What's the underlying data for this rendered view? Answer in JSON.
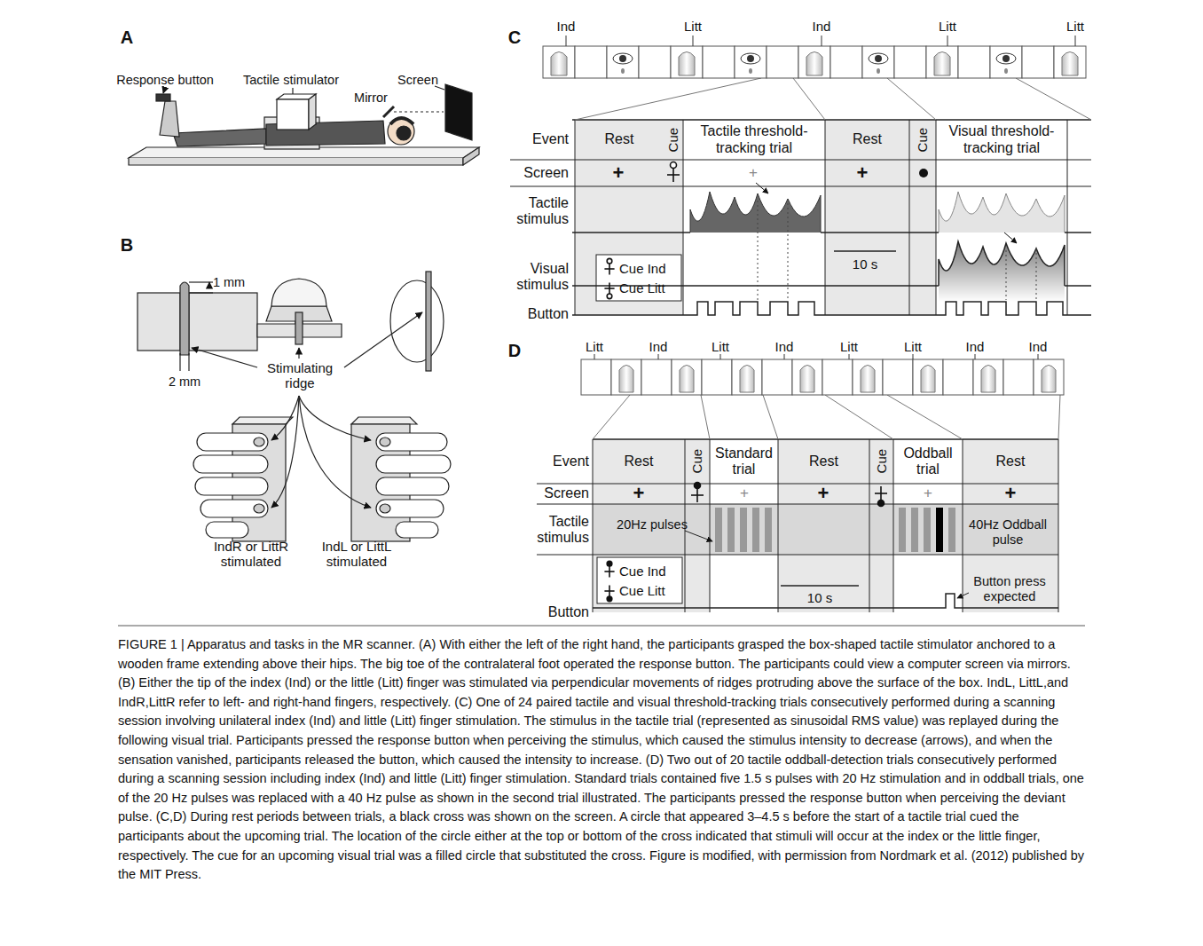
{
  "diagram": {
    "caption": "FIGURE 1 | Apparatus and tasks in the MR scanner. (A) With either the left of the right hand, the participants grasped the box-shaped tactile stimulator anchored to a wooden frame extending above their hips. The big toe of the contralateral foot operated the response button. The participants could view a computer screen via mirrors. (B) Either the tip of the index (Ind) or the little (Litt) finger was stimulated via perpendicular movements of ridges protruding above the surface of the box. IndL, LittL,and IndR,LittR refer to left- and right-hand fingers, respectively. (C) One of 24 paired tactile and visual threshold-tracking trials consecutively performed during a scanning session involving unilateral index (Ind) and little (Litt) finger stimulation. The stimulus in the tactile trial (represented as sinusoidal RMS value) was replayed during the following visual trial. Participants pressed the response button when perceiving the stimulus, which caused the stimulus intensity to decrease (arrows), and when the sensation vanished, participants released the button, which caused the intensity to increase. (D) Two out of 20 tactile oddball-detection trials consecutively performed during a scanning session including index (Ind) and little (Litt) finger stimulation. Standard trials contained five 1.5 s pulses with 20 Hz stimulation and in oddball trials, one of the 20 Hz pulses was replaced with a 40 Hz pulse as shown in the second trial illustrated. The participants pressed the response button when perceiving the deviant pulse. (C,D) During rest periods between trials, a black cross was shown on the screen. A circle that appeared 3–4.5 s before the start of a tactile trial cued the participants about the upcoming trial. The location of the circle either at the top or bottom of the cross indicated that stimuli will occur at the index or the little finger, respectively. The cue for an upcoming visual trial was a filled circle that substituted the cross. Figure is modified, with permission from Nordmark et al. (2012) published by the MIT Press.",
    "nodes": [
      {
        "text": [
          "Rest"
        ]
      },
      {
        "text": [
          "Cue"
        ]
      },
      {
        "text": [
          "Tactile threshold-tracking trial"
        ]
      },
      {
        "text": [
          "Rest"
        ]
      },
      {
        "text": [
          "Cue"
        ]
      },
      {
        "text": [
          "Visual threshold-tracking trial"
        ]
      },
      {
        "text": [
          "Rest"
        ]
      },
      {
        "text": [
          "Cue"
        ]
      },
      {
        "text": [
          "Standard trial"
        ]
      },
      {
        "text": [
          "Rest"
        ]
      },
      {
        "text": [
          "Cue"
        ]
      },
      {
        "text": [
          "Oddball trial"
        ]
      },
      {
        "text": [
          "Rest"
        ]
      }
    ],
    "labels": [
      "A",
      "Response button",
      "Tactile stimulator",
      "Screen",
      "Mirror",
      "B",
      "1 mm",
      "2 mm",
      "Stimulating ridge",
      "IndR or LittR stimulated",
      "IndL or LittL stimulated",
      "C",
      "Ind",
      "Litt",
      "Ind",
      "Litt",
      "Litt",
      "Event",
      "Screen",
      "+",
      "+",
      "+",
      "Tactile stimulus",
      "Visual stimulus",
      "Button",
      "10 s",
      "D",
      "Litt",
      "Ind",
      "Litt",
      "Ind",
      "Litt",
      "Litt",
      "Ind",
      "Ind",
      "Event",
      "Screen",
      "+",
      "+",
      "+",
      "+",
      "+",
      "Tactile stimulus",
      "20Hz pulses",
      "40Hz Oddball pulse",
      "10 s",
      "Button",
      "Button press expected"
    ],
    "legend": [
      {
        "text": "Cue Ind"
      },
      {
        "text": "Cue Litt"
      },
      {
        "text": "Cue Ind"
      },
      {
        "text": "Cue Litt"
      }
    ]
  }
}
